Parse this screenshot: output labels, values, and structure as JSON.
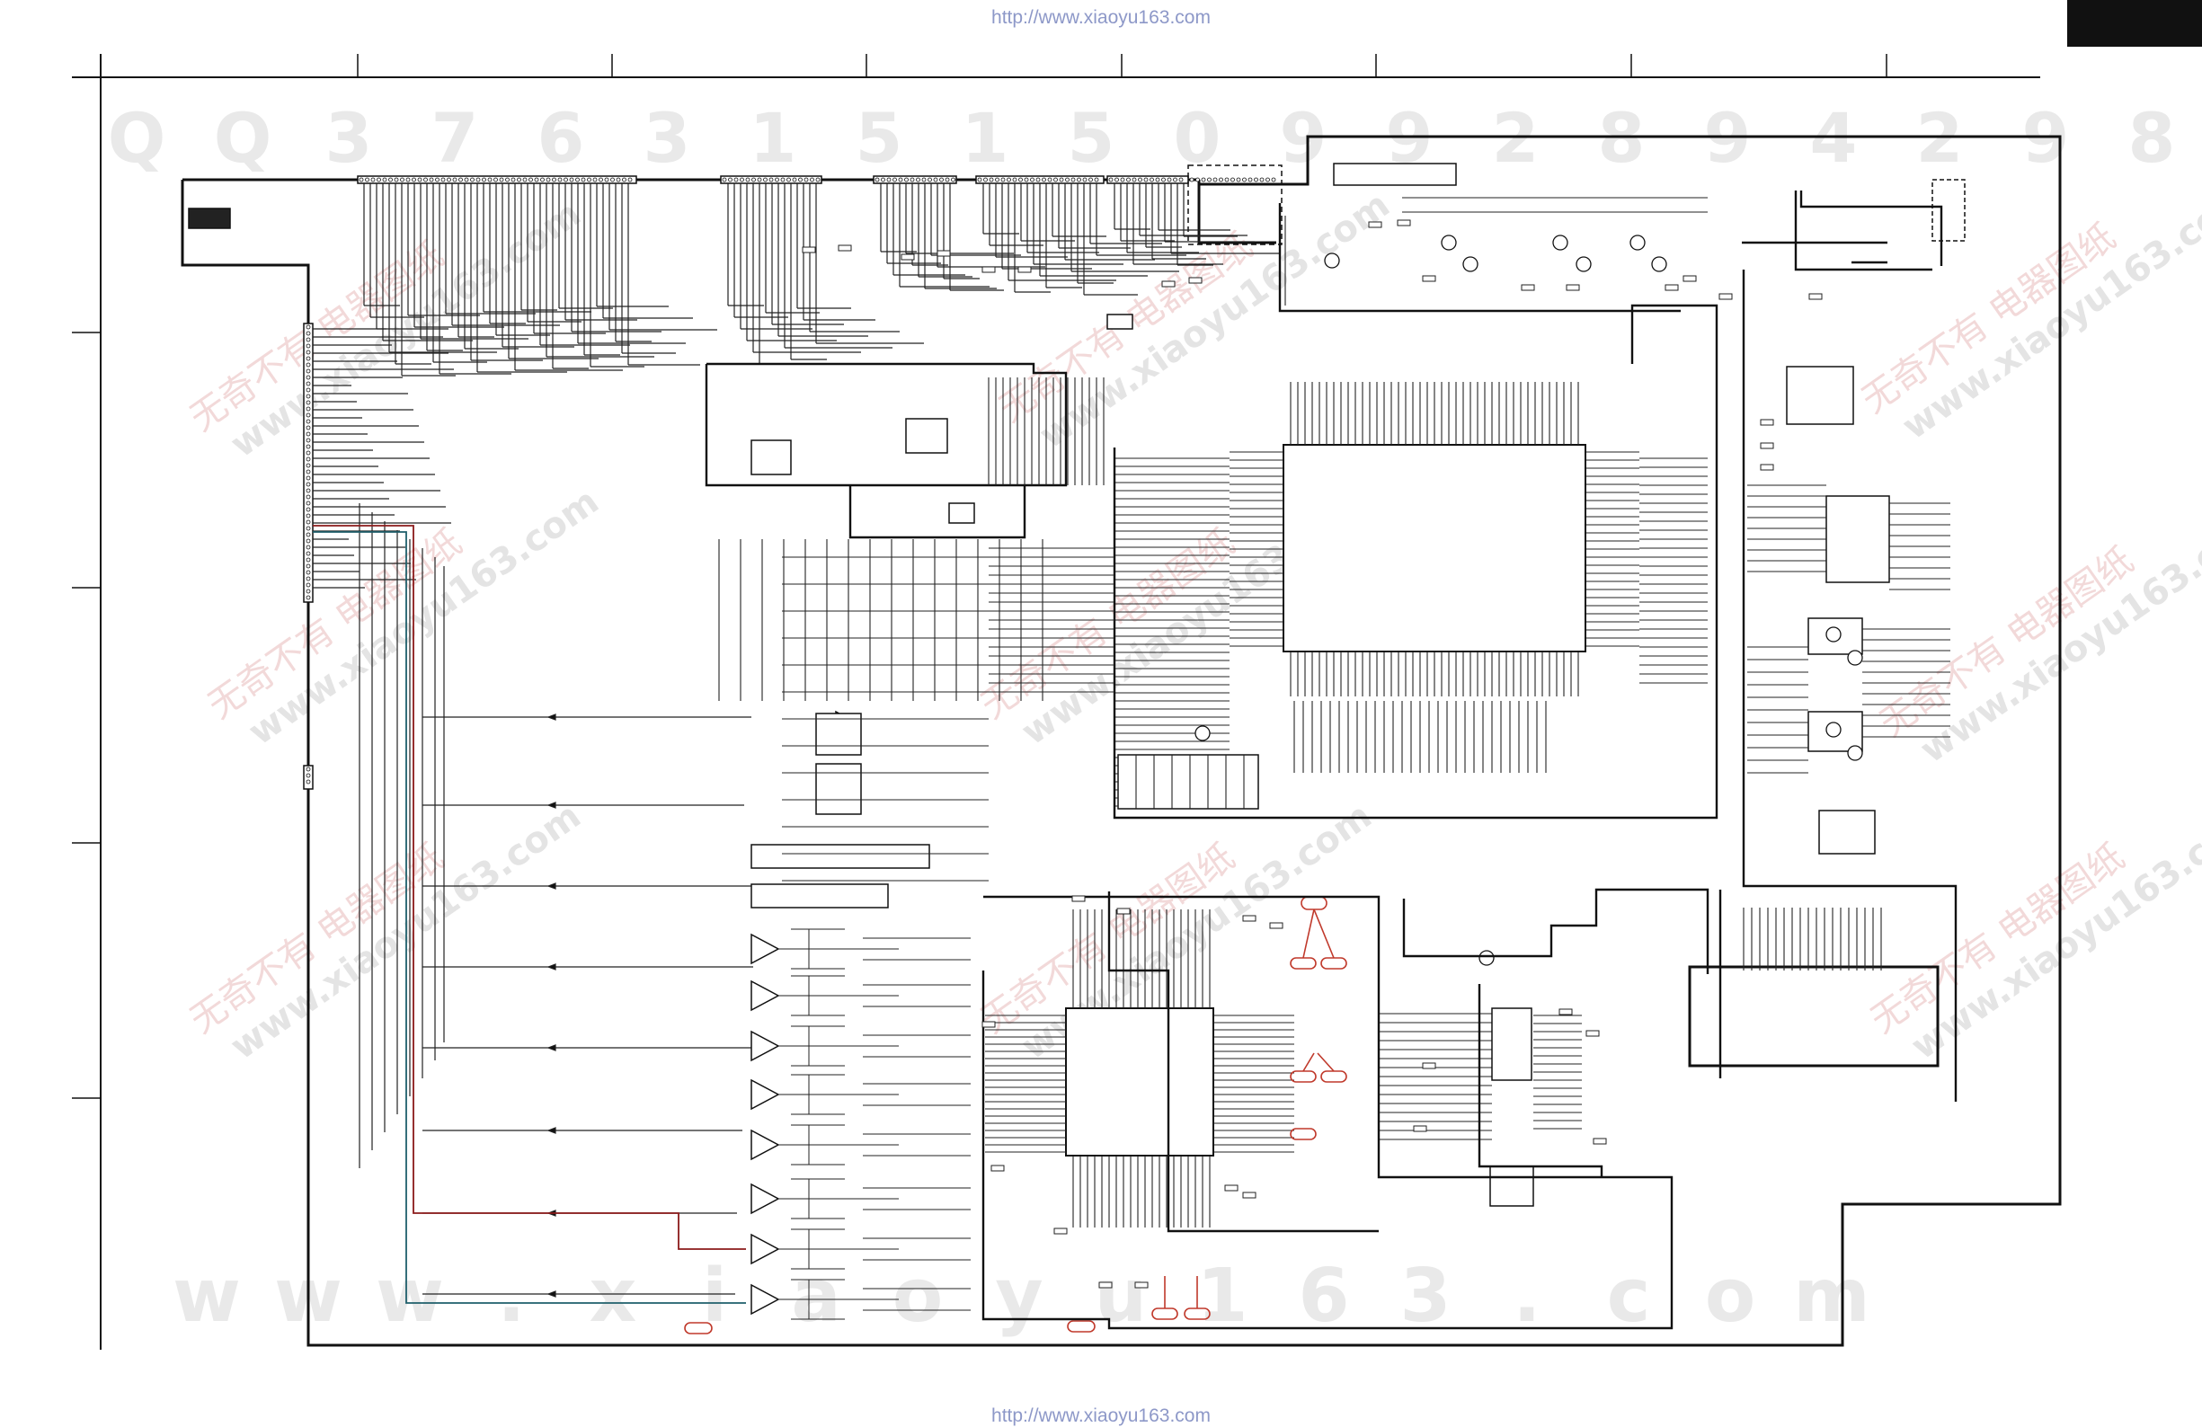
{
  "header": {
    "source_url": "http://www.xiaoyu163.com"
  },
  "footer": {
    "source_url": "http://www.xiaoyu163.com"
  },
  "watermarks": {
    "top_digits": [
      "Q",
      "Q",
      "3",
      "7",
      "6",
      "3",
      "1",
      "5",
      "1",
      "5",
      "0",
      "9",
      "9",
      "2",
      "8",
      "9",
      "4",
      "2",
      "9",
      "8"
    ],
    "bottom_letters": [
      "w",
      "w",
      "w",
      ".",
      "x",
      "i",
      "a",
      "o",
      "y",
      "u",
      "1",
      "6",
      "3",
      ".",
      "c",
      "o",
      "m"
    ],
    "diagonal_cn": "无奇不有 电器图纸",
    "diagonal_url": "www.xiaoyu163.com"
  },
  "colors": {
    "wire": "#111111",
    "thin_wire": "#333333",
    "watermark": "#e9e9e9",
    "diag_watermark_cn": "#f2d9d9",
    "diag_watermark_url": "#e4e4e4",
    "url": "#8d98c8",
    "highlight_red": "#c0392b",
    "highlight_teal": "#1f5f6b",
    "highlight_dark_red": "#8b1a1a"
  }
}
